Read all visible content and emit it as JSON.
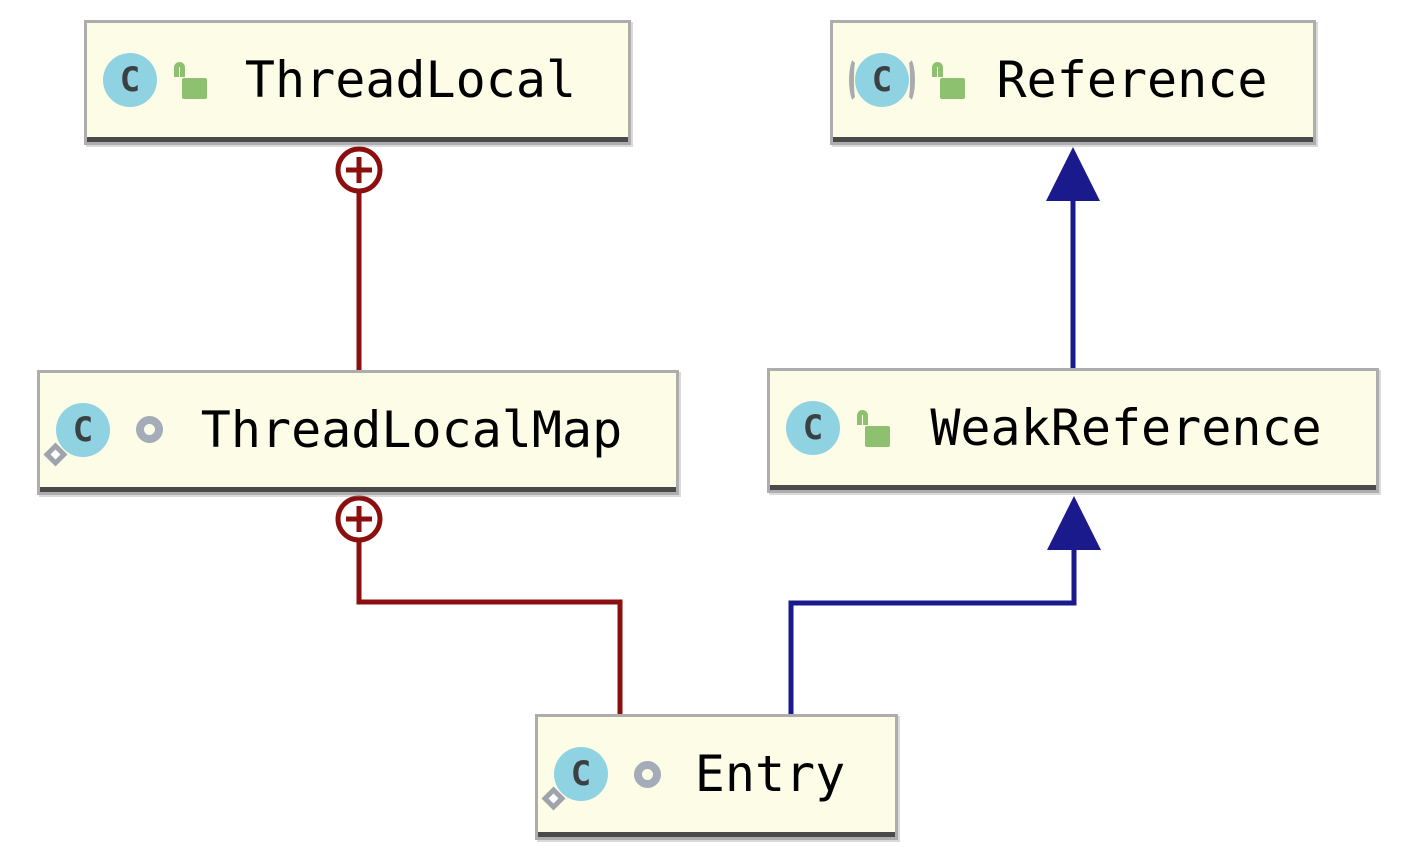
{
  "colors": {
    "node_fill": "#FDFDE7",
    "node_border": "#ADADAD",
    "node_separator": "#4A4A4A",
    "label_color": "#000000",
    "class_icon_fill": "#8FD2E2",
    "class_icon_letter_color": "#3B4043",
    "static_marker_color": "#9FA4AC",
    "abstract_paren_color": "#A9ABAD",
    "public_lock_color": "#8DC16F",
    "package_private_color": "#A3ACB8",
    "containment_edge_color": "#8B0F0F",
    "inheritance_edge_color": "#1A1A8C"
  },
  "diagram": {
    "nodes": [
      {
        "label": "ThreadLocal",
        "kind": "class",
        "icon": "class-icon",
        "icon_letter": "C",
        "visibility": "public"
      },
      {
        "label": "Reference",
        "kind": "abstract class",
        "icon": "abstract-class-icon",
        "icon_letter": "C",
        "visibility": "public"
      },
      {
        "label": "ThreadLocalMap",
        "kind": "static nested class",
        "icon": "static-class-icon",
        "icon_letter": "C",
        "visibility": "package-private"
      },
      {
        "label": "WeakReference",
        "kind": "class",
        "icon": "class-icon",
        "icon_letter": "C",
        "visibility": "public"
      },
      {
        "label": "Entry",
        "kind": "static nested class",
        "icon": "static-class-icon",
        "icon_letter": "C",
        "visibility": "package-private"
      }
    ],
    "edges": [
      {
        "from": "ThreadLocalMap",
        "to": "ThreadLocal",
        "type": "inner-class-containment"
      },
      {
        "from": "Entry",
        "to": "ThreadLocalMap",
        "type": "inner-class-containment"
      },
      {
        "from": "WeakReference",
        "to": "Reference",
        "type": "inheritance"
      },
      {
        "from": "Entry",
        "to": "WeakReference",
        "type": "inheritance"
      }
    ]
  }
}
